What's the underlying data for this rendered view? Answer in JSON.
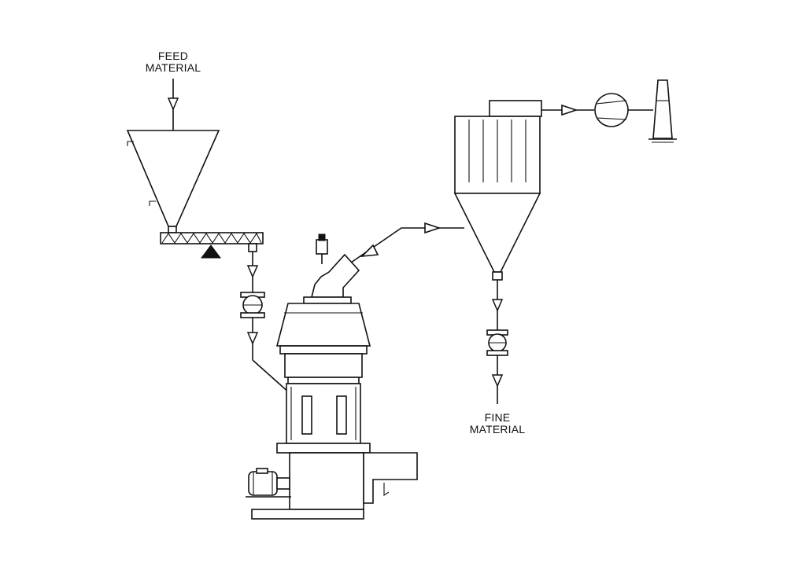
{
  "labels": {
    "feed": [
      "FEED",
      "MATERIAL"
    ],
    "fine": [
      "FINE",
      "MATERIAL"
    ]
  },
  "colors": {
    "line": "#111111",
    "background": "#ffffff"
  },
  "components": [
    "feed-hopper",
    "screw-conveyor",
    "rotary-valve",
    "vertical-mill",
    "classifier",
    "motor",
    "bag-filter",
    "fan",
    "exhaust-stack"
  ]
}
